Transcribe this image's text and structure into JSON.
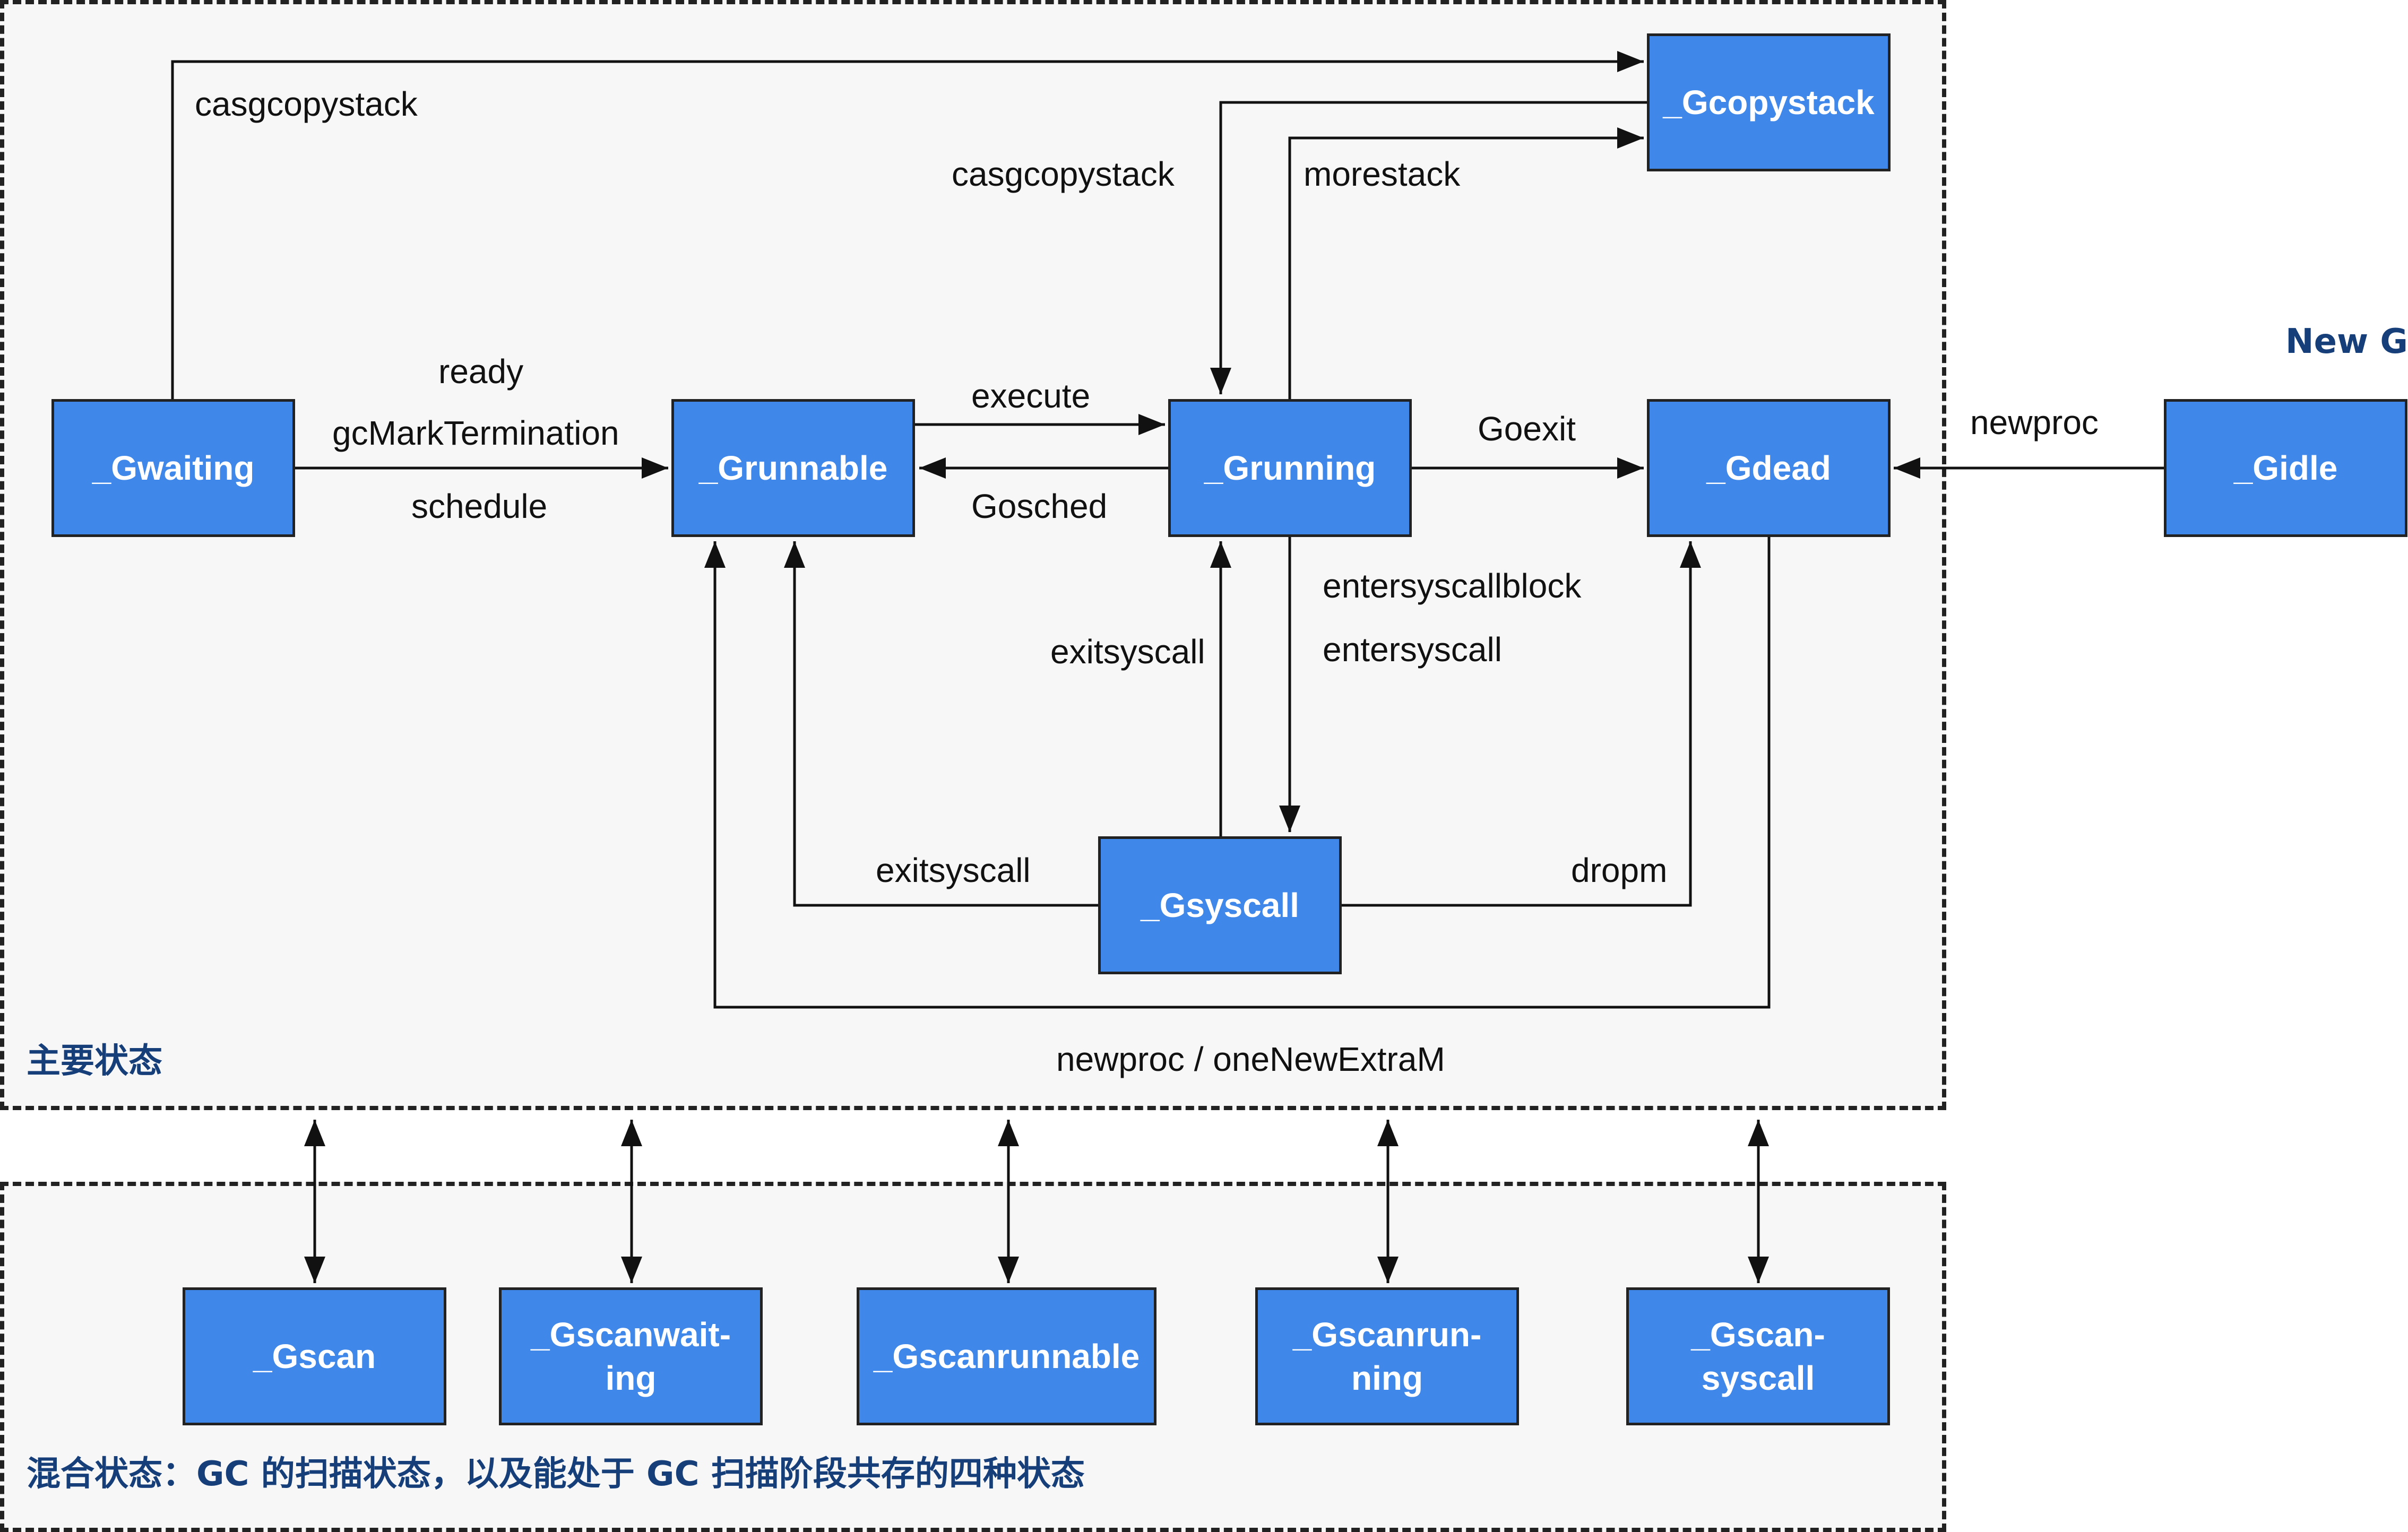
{
  "regions": {
    "main_caption": "主要状态",
    "mixed_caption": "混合状态：GC 的扫描状态，以及能处于 GC 扫描阶段共存的四种状态"
  },
  "external": {
    "new_g": "New G"
  },
  "nodes": {
    "gwaiting": "_Gwaiting",
    "grunnable": "_Grunnable",
    "grunning": "_Grunning",
    "gdead": "_Gdead",
    "gcopystack": "_Gcopystack",
    "gsyscall": "_Gsyscall",
    "gidle": "_Gidle",
    "gscan": "_Gscan",
    "gscanwaiting": "_Gscanwait-\ning",
    "gscanrunnable": "_Gscanrunnable",
    "gscanrunning": "_Gscanrun-\nning",
    "gscansyscall": "_Gscan-\nsyscall"
  },
  "edges": {
    "casgcopystack_top": "casgcopystack",
    "casgcopystack_mid": "casgcopystack",
    "morestack": "morestack",
    "ready": "ready",
    "gcmarktermination": "gcMarkTermination",
    "schedule": "schedule",
    "execute": "execute",
    "gosched": "Gosched",
    "goexit": "Goexit",
    "newproc": "newproc",
    "entersyscallblock": "entersyscallblock",
    "entersyscall": "entersyscall",
    "exitsyscall_right": "exitsyscall",
    "exitsyscall_left": "exitsyscall",
    "dropm": "dropm",
    "newproc_onenewextram": "newproc / oneNewExtraM"
  },
  "colors": {
    "node_fill": "#3f88ea",
    "node_border": "#222222",
    "caption_text": "#163e78",
    "region_fill": "#f7f7f7"
  }
}
